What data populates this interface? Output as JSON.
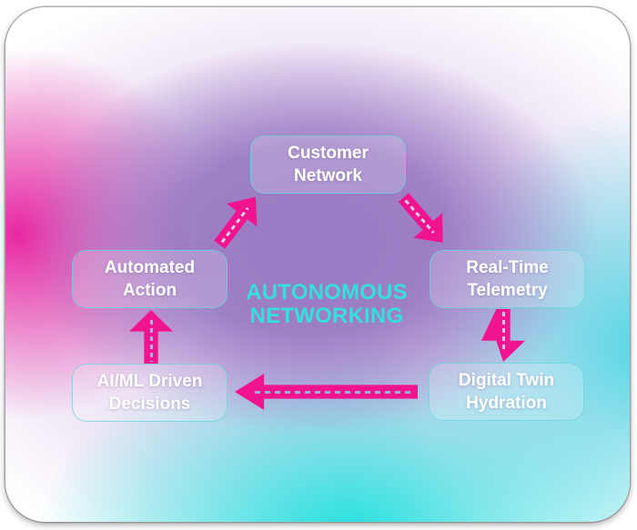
{
  "diagram": {
    "title": {
      "line1": "AUTONOMOUS",
      "line2": "NETWORKING",
      "color": "#36dfdf"
    },
    "nodes": [
      {
        "id": "customer-network",
        "line1": "Customer",
        "line2": "Network"
      },
      {
        "id": "real-time-telemetry",
        "line1": "Real-Time",
        "line2": "Telemetry"
      },
      {
        "id": "digital-twin-hydration",
        "line1": "Digital Twin",
        "line2": "Hydration"
      },
      {
        "id": "aiml-driven-decisions",
        "line1": "AI/ML Driven",
        "line2": "Decisions"
      },
      {
        "id": "automated-action",
        "line1": "Automated",
        "line2": "Action"
      }
    ],
    "arrows": [
      {
        "from": "automated-action",
        "to": "customer-network",
        "direction": "up-right",
        "color": "#f2148f"
      },
      {
        "from": "customer-network",
        "to": "real-time-telemetry",
        "direction": "down-right",
        "color": "#f2148f"
      },
      {
        "from": "real-time-telemetry",
        "to": "digital-twin-hydration",
        "direction": "down",
        "color": "#f2148f"
      },
      {
        "from": "digital-twin-hydration",
        "to": "aiml-driven-decisions",
        "direction": "left",
        "color": "#f2148f"
      },
      {
        "from": "aiml-driven-decisions",
        "to": "automated-action",
        "direction": "up",
        "color": "#f2148f"
      }
    ],
    "style": {
      "arrow_color": "#f2148f",
      "node_border_color": "#64d4da",
      "node_text_color": "#ffffff",
      "background_colors": {
        "left": "#e81e9e",
        "center": "#997ac3",
        "bottom": "#24e0de",
        "right": "#46d4e2",
        "edge": "#ffffff"
      }
    }
  }
}
